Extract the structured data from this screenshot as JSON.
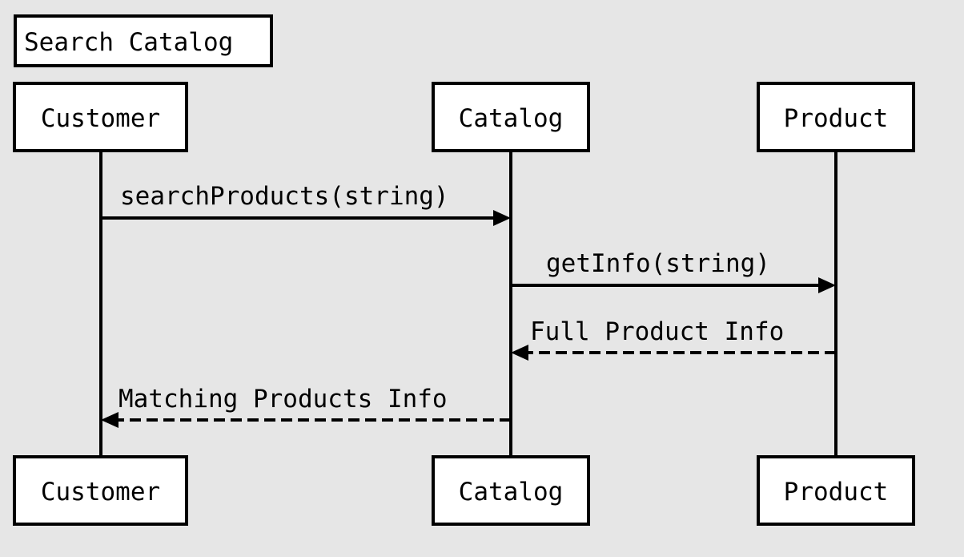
{
  "title": "Search Catalog",
  "participants": [
    {
      "id": "customer",
      "label": "Customer"
    },
    {
      "id": "catalog",
      "label": "Catalog"
    },
    {
      "id": "product",
      "label": "Product"
    }
  ],
  "messages": [
    {
      "from": "customer",
      "to": "catalog",
      "label": "searchProducts(string)",
      "style": "solid"
    },
    {
      "from": "catalog",
      "to": "product",
      "label": "getInfo(string)",
      "style": "solid"
    },
    {
      "from": "product",
      "to": "catalog",
      "label": "Full Product Info",
      "style": "dashed"
    },
    {
      "from": "catalog",
      "to": "customer",
      "label": "Matching Products Info",
      "style": "dashed"
    }
  ],
  "colors": {
    "background": "#e6e6e6",
    "box_fill": "#ffffff",
    "stroke": "#000000"
  }
}
